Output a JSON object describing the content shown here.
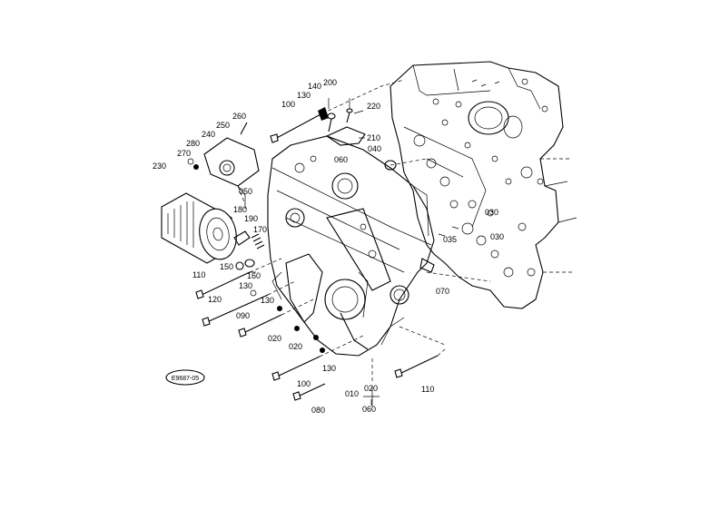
{
  "diagram_code": "E9687-05",
  "part_labels": {
    "p230": "230",
    "p270": "270",
    "p280": "280",
    "p240": "240",
    "p250": "250",
    "p260": "260",
    "p100_top": "100",
    "p130_top": "130",
    "p140": "140",
    "p200": "200",
    "p220": "220",
    "p210": "210",
    "p040": "040",
    "p060_top": "060",
    "p050": "050",
    "p180": "180",
    "p190": "190",
    "p170": "170",
    "p150": "150",
    "p160": "160",
    "p110_left": "110",
    "p120": "120",
    "p130_mid": "130",
    "p130_mid2": "130",
    "p090": "090",
    "p020_a": "020",
    "p020_b": "020",
    "p130_low": "130",
    "p100_low": "100",
    "p080": "080",
    "p010": "010",
    "p020_c": "020",
    "p060_low": "060",
    "p110_right": "110",
    "p070": "070",
    "p035": "035",
    "p030_a": "030",
    "p030_b": "030"
  }
}
